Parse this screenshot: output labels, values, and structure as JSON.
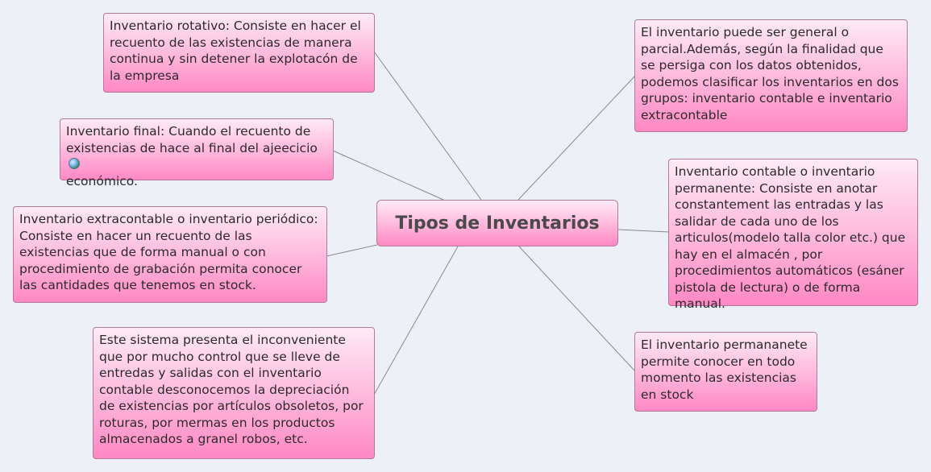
{
  "central": {
    "title": "Tipos de Inventarios"
  },
  "nodes": {
    "rotativo": "Inventario rotativo: Consiste en hacer el recuento de las existencias de manera continua y sin detener la explotacón de la empresa",
    "final": "Inventario final: Cuando el recuento de existencias de hace al final del ajeecicio",
    "final_tail": "económico.",
    "extracontable": "Inventario extracontable o inventario periódico: Consiste en hacer un recuento de las existencias que de forma manual o con procedimiento de grabación permita conocer las cantidades que tenemos en stock.",
    "inconveniente": "Este sistema presenta el inconveniente que por mucho control que se lleve de entredas y salidas con el inventario contable desconocemos la depreciación de existencias por artículos obsoletos, por roturas, por mermas en los productos almacenados a granel robos, etc.",
    "general": "El inventario puede ser general o parcial.Además, según la finalidad que se persiga con los datos obtenidos, podemos clasificar los inventarios en dos grupos: inventario contable e inventario extracontable",
    "contable": "Inventario contable o inventario permanente: Consiste en anotar constantement las entradas y las salidar de cada uno de los articulos(modelo talla color etc.) que hay en el almacén , por procedimientos automáticos (esáner pistola de lectura) o de forma manual.",
    "permanente": "El inventario permananete permite conocer en todo momento las existencias en stock"
  },
  "icons": {
    "final_node_icon": "globe-icon"
  },
  "colors": {
    "node_top": "#ffeaf5",
    "node_bottom": "#ff88c4",
    "border": "#b07a98",
    "line": "#8a8a8a"
  }
}
